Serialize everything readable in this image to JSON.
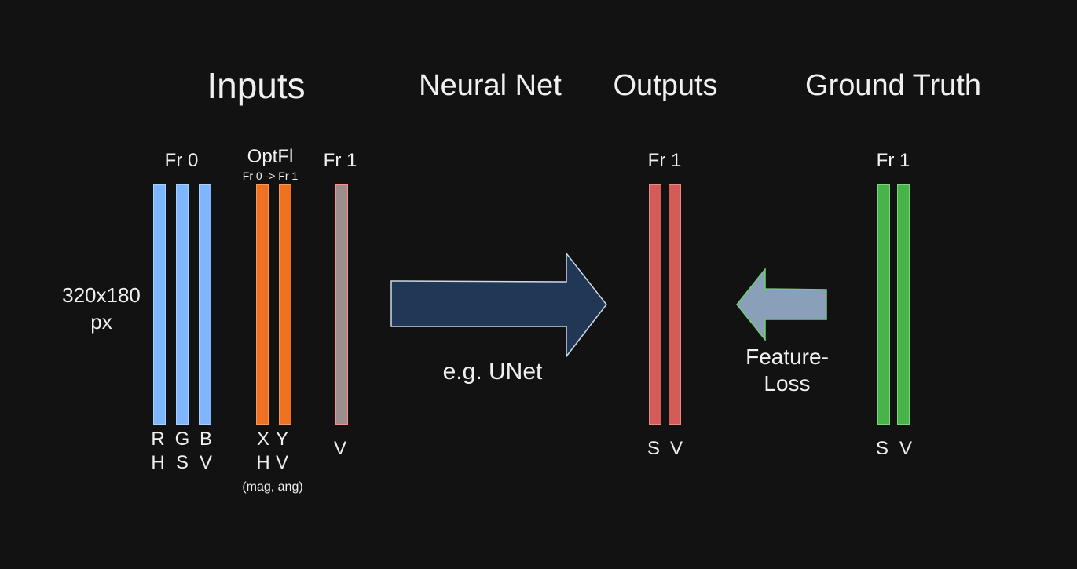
{
  "headings": {
    "inputs": "Inputs",
    "neural_net": "Neural Net",
    "outputs": "Outputs",
    "ground_truth": "Ground Truth"
  },
  "inputs": {
    "size_line1": "320x180",
    "size_line2": "px",
    "fr0": {
      "title": "Fr 0",
      "channels_top": [
        "R",
        "G",
        "B"
      ],
      "channels_bottom": [
        "H",
        "S",
        "V"
      ]
    },
    "optflow": {
      "title": "OptFl",
      "subtitle": "Fr 0 -> Fr 1",
      "channels_top": [
        "X",
        "Y"
      ],
      "channels_bottom": [
        "H",
        "V"
      ],
      "note": "(mag, ang)"
    },
    "fr1": {
      "title": "Fr 1",
      "channel": "V"
    }
  },
  "network": {
    "label": "e.g. UNet"
  },
  "outputs": {
    "title": "Fr 1",
    "channels": [
      "S",
      "V"
    ]
  },
  "loss": {
    "line1": "Feature-",
    "line2": "Loss"
  },
  "ground_truth": {
    "title": "Fr 1",
    "channels": [
      "S",
      "V"
    ]
  },
  "colors": {
    "background": "#121212",
    "rgb_bar": "#7eb6ff",
    "optflow_bar": "#ef7122",
    "v_input_bar": "#9a8e8e",
    "output_bar": "#d35b58",
    "ground_truth_bar": "#48b348",
    "main_arrow": "#213756",
    "loss_arrow": "#8a9fb8"
  }
}
